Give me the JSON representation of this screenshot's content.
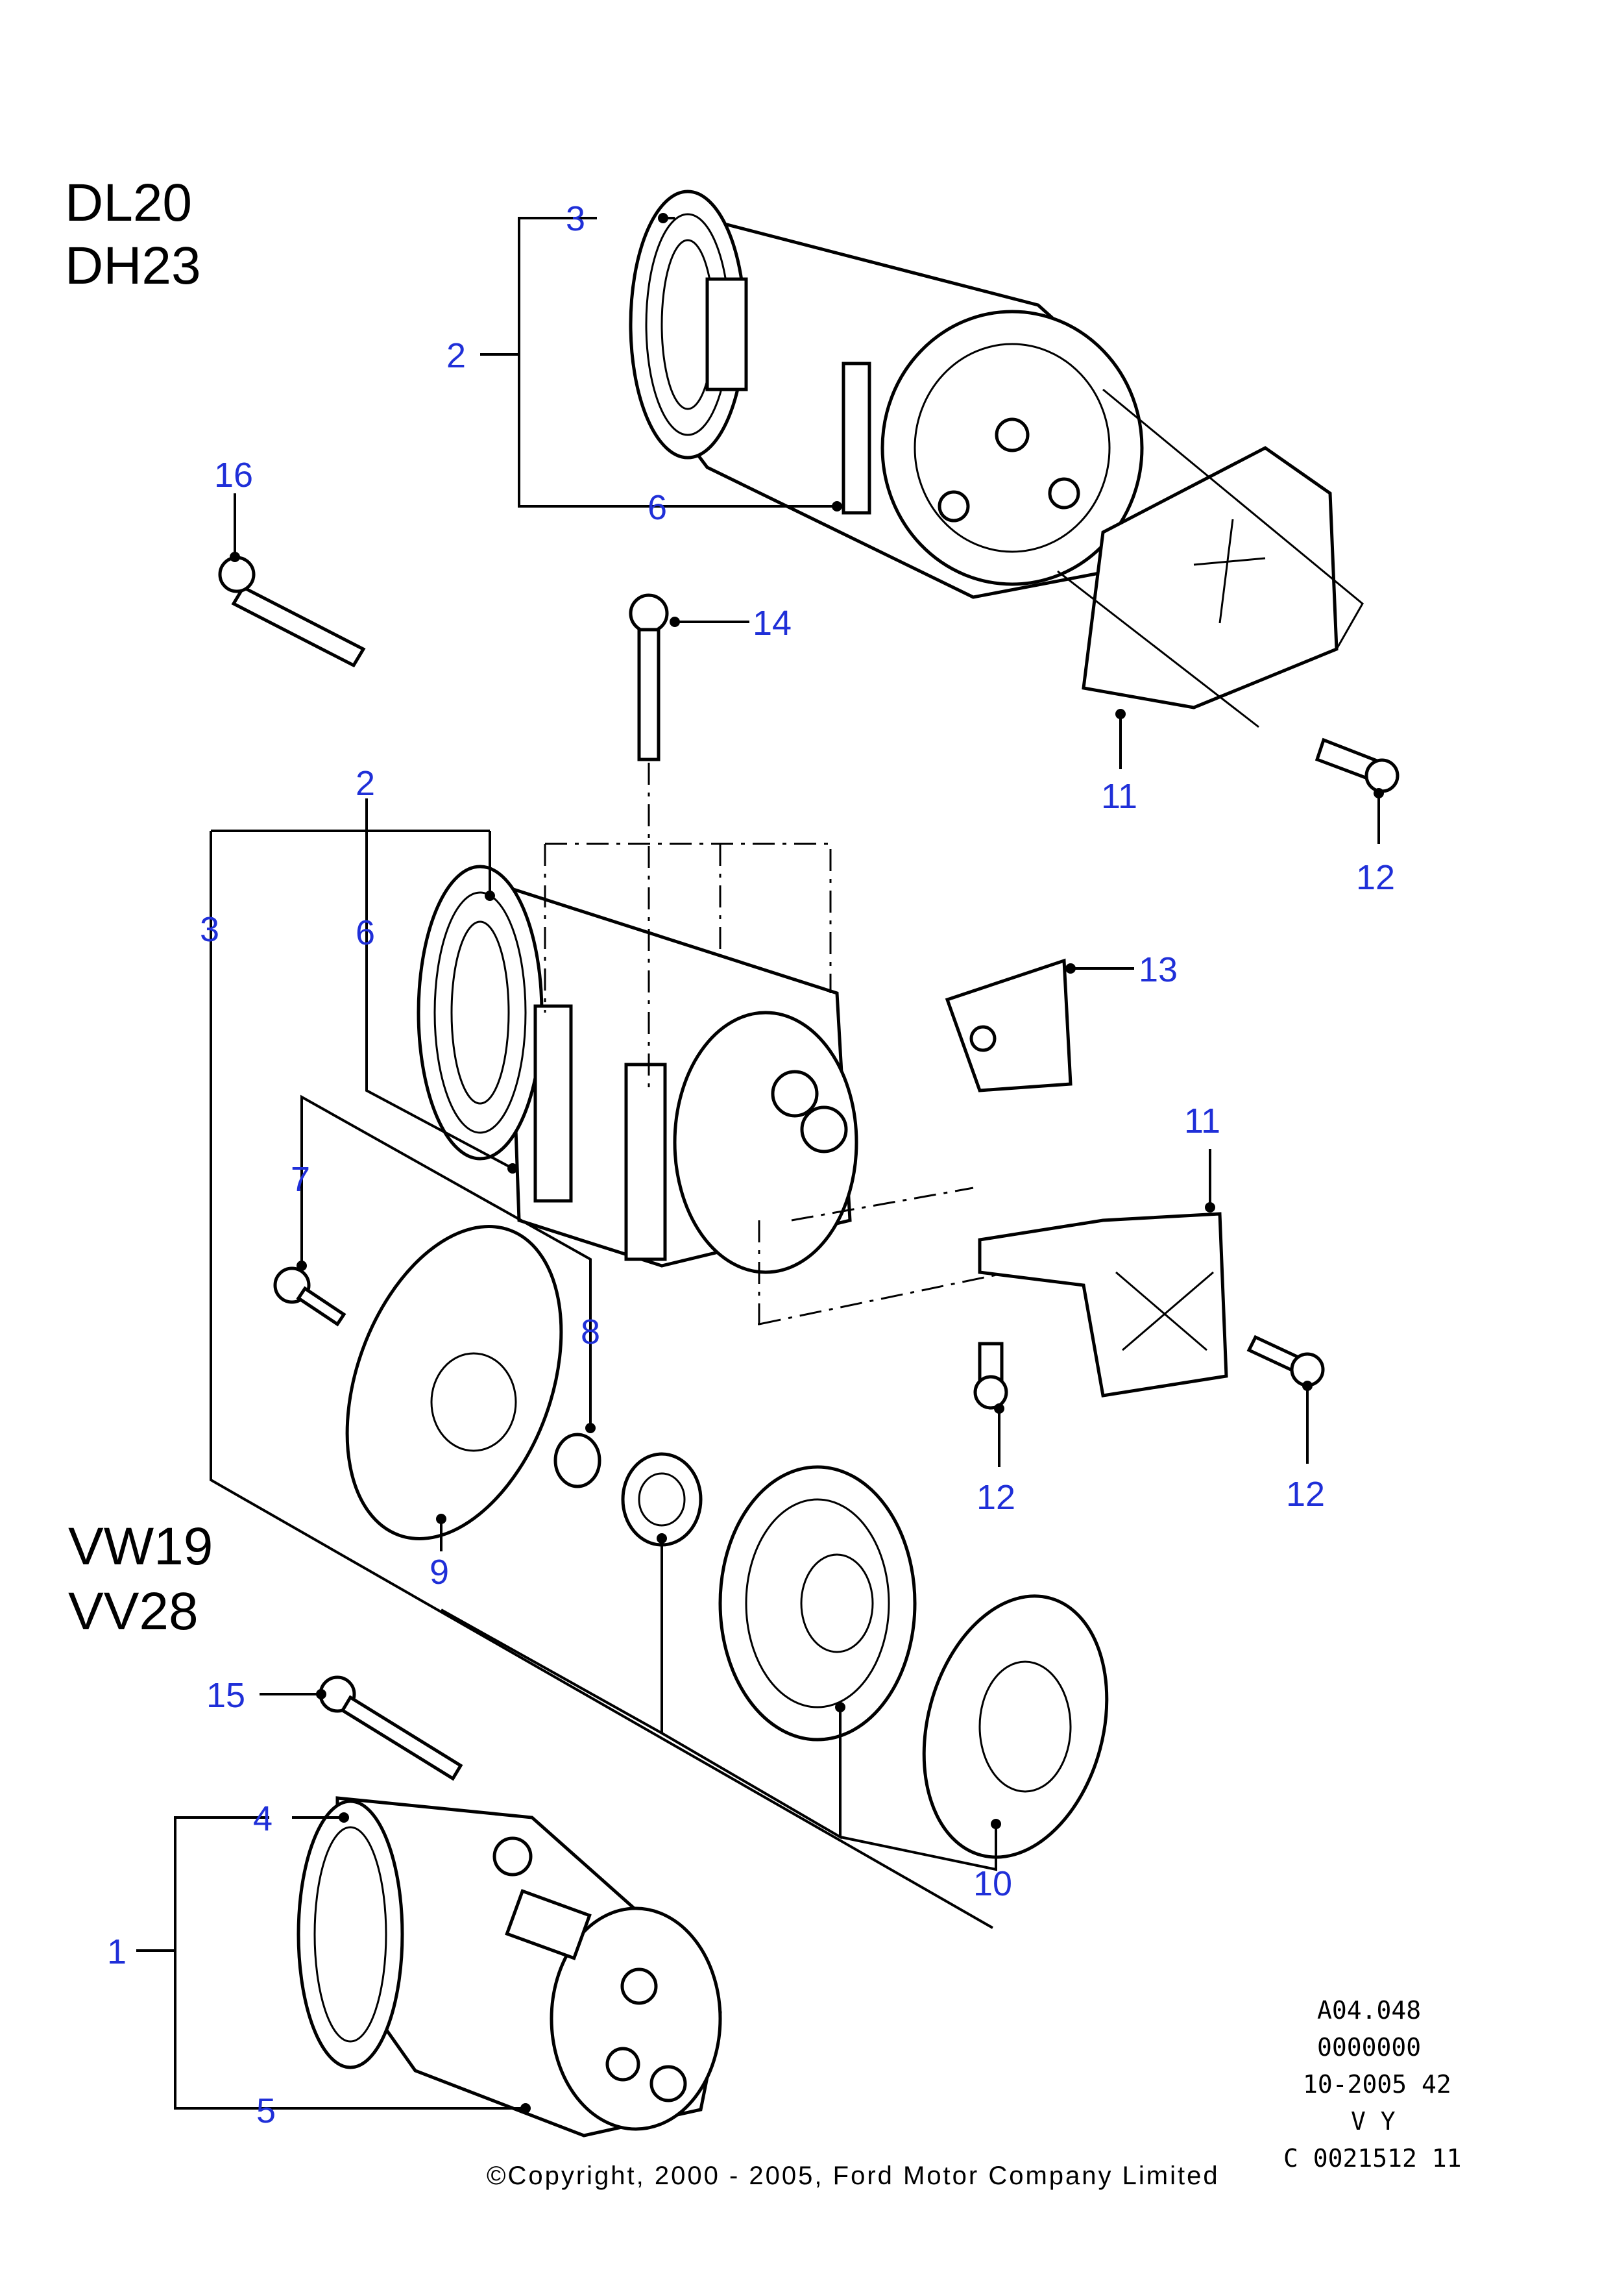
{
  "model_groups": {
    "top": [
      "DL20",
      "DH23"
    ],
    "bottom": [
      "VW19",
      "VV28"
    ]
  },
  "callouts": {
    "c1": "1",
    "c2_top": "2",
    "c2_mid": "2",
    "c3_top": "3",
    "c3_mid": "3",
    "c4": "4",
    "c5": "5",
    "c6_top": "6",
    "c6_mid": "6",
    "c7": "7",
    "c8": "8",
    "c9": "9",
    "c10": "10",
    "c11_top": "11",
    "c11_mid": "11",
    "c12_a": "12",
    "c12_b": "12",
    "c12_c": "12",
    "c13": "13",
    "c14": "14",
    "c15": "15",
    "c16": "16"
  },
  "reference": [
    "A04.048",
    "0000000",
    "10-2005 42",
    "V Y",
    "C 0021512 11"
  ],
  "copyright": "©Copyright, 2000 - 2005, Ford Motor Company Limited",
  "colors": {
    "callout": "#1f2fd8",
    "line": "#000000"
  }
}
